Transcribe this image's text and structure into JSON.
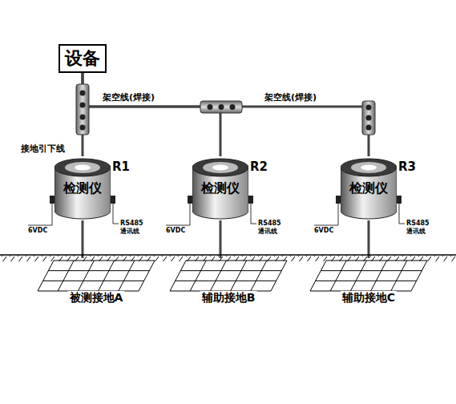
{
  "diagram": {
    "nodes": [
      {
        "text": [
          "设备"
        ]
      },
      {
        "text": [
          "R1",
          "检测仪"
        ]
      },
      {
        "text": [
          "R2",
          "检测仪"
        ]
      },
      {
        "text": [
          "R3",
          "检测仪"
        ]
      },
      {
        "text": [
          "被测接地A"
        ]
      },
      {
        "text": [
          "辅助接地B"
        ]
      },
      {
        "text": [
          "辅助接地C"
        ]
      }
    ],
    "edges": [
      {
        "from": 0,
        "to": 1,
        "arrow": "none"
      },
      {
        "from": 0,
        "to": 2,
        "arrow": "none"
      },
      {
        "from": 0,
        "to": 3,
        "arrow": "none"
      },
      {
        "from": 1,
        "to": 4,
        "arrow": "none"
      },
      {
        "from": 2,
        "to": 5,
        "arrow": "none"
      },
      {
        "from": 3,
        "to": 6,
        "arrow": "none"
      }
    ],
    "labels": [
      "接地引下线",
      "架空线(焊接)",
      "架空线(焊接)",
      "6VDC",
      "RS485 通讯线",
      "6VDC",
      "RS485 通讯线",
      "6VDC",
      "RS485 通讯线"
    ]
  }
}
